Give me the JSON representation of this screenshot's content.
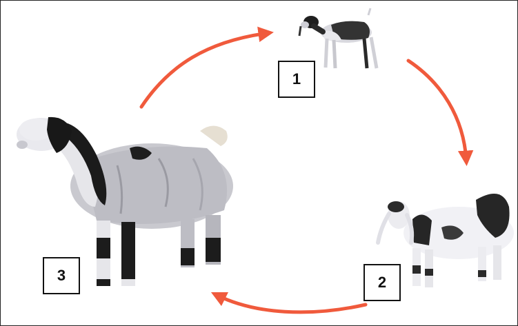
{
  "diagram": {
    "stages": [
      {
        "label": "1",
        "subject": "kid-goat"
      },
      {
        "label": "2",
        "subject": "young-goat"
      },
      {
        "label": "3",
        "subject": "adult-goat"
      }
    ],
    "arrow_color": "#f05a3c",
    "box_border_color": "#111111"
  }
}
